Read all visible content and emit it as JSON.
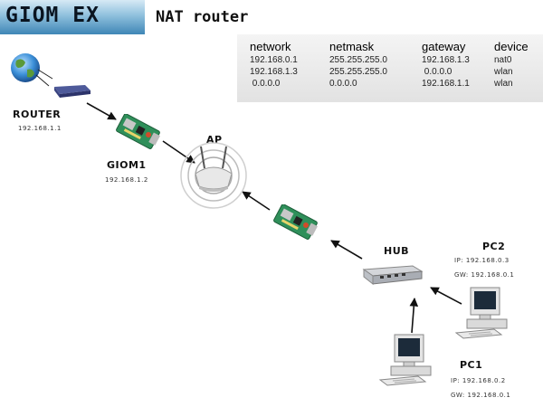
{
  "header": {
    "brand": "GIOM EX",
    "subtitle": "NAT router"
  },
  "route_table": {
    "columns": [
      "network",
      "netmask",
      "gateway",
      "device"
    ],
    "rows": [
      [
        "192.168.0.1",
        "255.255.255.0",
        "192.168.1.3",
        "nat0"
      ],
      [
        "192.168.1.3",
        "255.255.255.0",
        " 0.0.0.0",
        "wlan"
      ],
      [
        " 0.0.0.0",
        "0.0.0.0",
        "192.168.1.1",
        "wlan"
      ]
    ]
  },
  "nodes": {
    "router": {
      "label": "ROUTER",
      "ip": "192.168.1.1",
      "icon": "router-icon"
    },
    "giom1": {
      "label": "GIOM1",
      "ip": "192.168.1.2",
      "icon": "circuit-board-icon"
    },
    "ap": {
      "label": "AP",
      "icon": "access-point-icon"
    },
    "giom2": {
      "icon": "circuit-board-icon"
    },
    "hub": {
      "label": "HUB",
      "icon": "hub-icon"
    },
    "pc2": {
      "label": "PC2",
      "ip_line": "IP: 192.168.0.3",
      "gw_line": "GW: 192.168.0.1",
      "icon": "computer-icon"
    },
    "pc1": {
      "label": "PC1",
      "ip_line": "IP: 192.168.0.2",
      "gw_line": "GW: 192.168.0.1",
      "icon": "computer-icon"
    },
    "internet": {
      "icon": "globe-icon"
    }
  },
  "colors": {
    "banner": "#3f86b6",
    "board_green": "#2f8f5a",
    "table_bg": "#e6e6e6"
  }
}
